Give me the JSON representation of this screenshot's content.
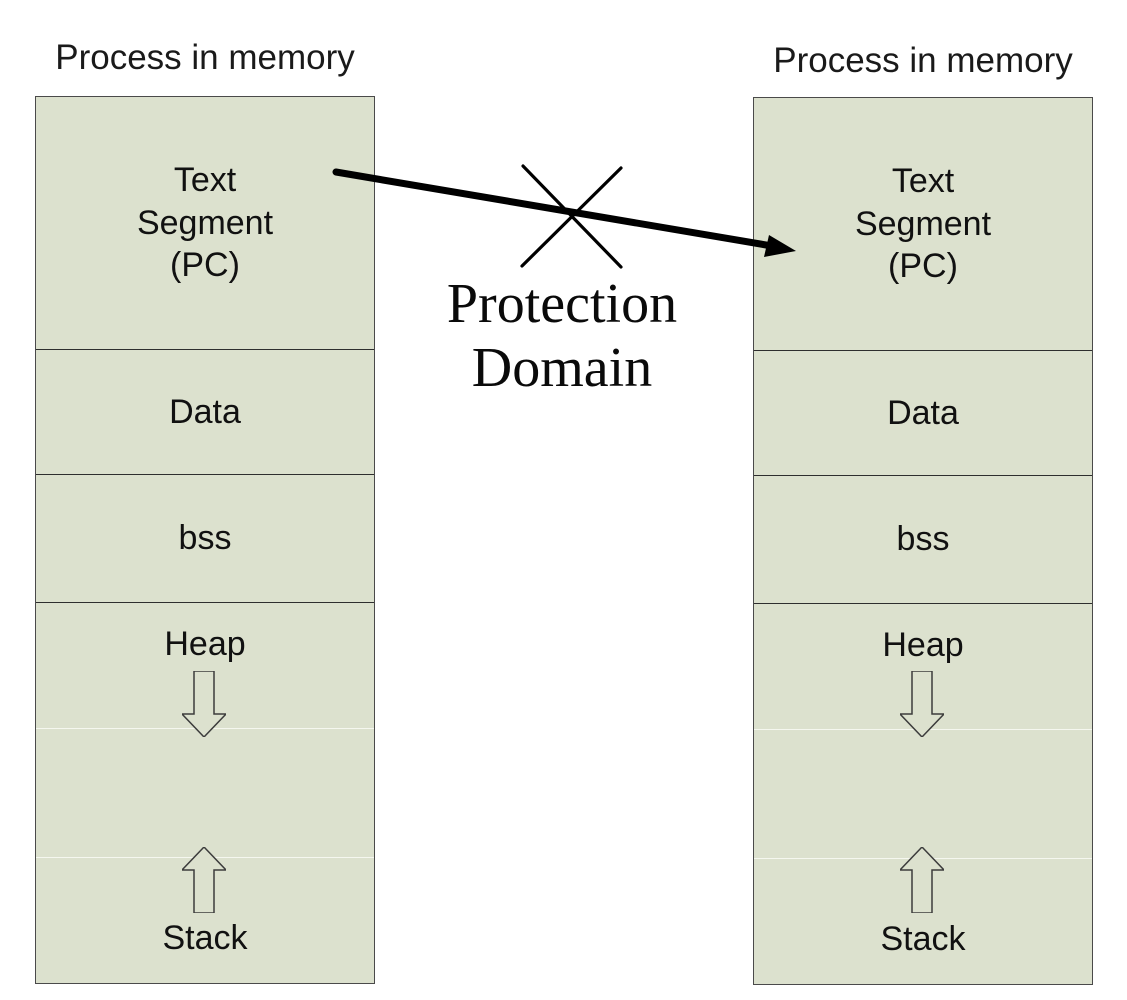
{
  "colors": {
    "segment_fill": "#dce1ce",
    "segment_border_dark": "#2e2e2e",
    "segment_border_light": "#f5f7ef",
    "arrow_color": "#000000",
    "text_color": "#111111"
  },
  "columns": [
    {
      "title": "Process in memory",
      "segments": {
        "text": {
          "lines": [
            "Text",
            "Segment",
            "(PC)"
          ]
        },
        "data": {
          "label": "Data"
        },
        "bss": {
          "label": "bss"
        },
        "heap": {
          "label": "Heap"
        },
        "stack": {
          "label": "Stack"
        }
      }
    },
    {
      "title": "Process in memory",
      "segments": {
        "text": {
          "lines": [
            "Text",
            "Segment",
            "(PC)"
          ]
        },
        "data": {
          "label": "Data"
        },
        "bss": {
          "label": "bss"
        },
        "heap": {
          "label": "Heap"
        },
        "stack": {
          "label": "Stack"
        }
      }
    }
  ],
  "center": {
    "blocked_label_lines": [
      "Protection",
      "Domain"
    ]
  }
}
